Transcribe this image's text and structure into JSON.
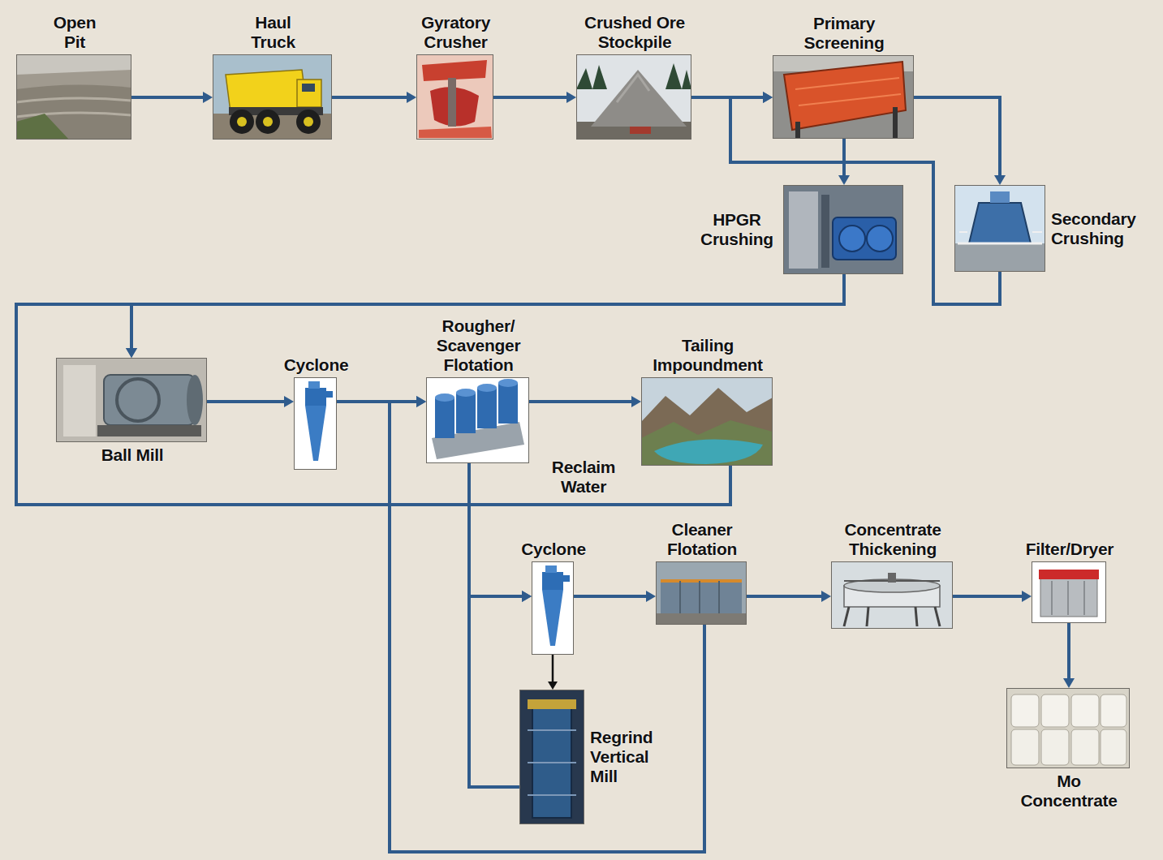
{
  "diagram": {
    "nodes": [
      {
        "text": [
          "Open Pit"
        ]
      },
      {
        "text": [
          "Haul Truck"
        ]
      },
      {
        "text": [
          "Gyratory Crusher"
        ]
      },
      {
        "text": [
          "Crushed Ore Stockpile"
        ]
      },
      {
        "text": [
          "Primary Screening"
        ]
      },
      {
        "text": [
          "HPGR Crushing"
        ]
      },
      {
        "text": [
          "Secondary Crushing"
        ]
      },
      {
        "text": [
          "Ball Mill"
        ]
      },
      {
        "text": [
          "Cyclone"
        ]
      },
      {
        "text": [
          "Rougher/ Scavenger Flotation"
        ]
      },
      {
        "text": [
          "Tailing Impoundment"
        ]
      },
      {
        "text": [
          "Cyclone"
        ]
      },
      {
        "text": [
          "Cleaner Flotation"
        ]
      },
      {
        "text": [
          "Concentrate Thickening"
        ]
      },
      {
        "text": [
          "Filter/Dryer"
        ]
      },
      {
        "text": [
          "Regrind Vertical Mill"
        ]
      },
      {
        "text": [
          "Mo Concentrate"
        ]
      }
    ],
    "edges": [
      {
        "from": 0,
        "to": 1,
        "arrow": "to"
      },
      {
        "from": 1,
        "to": 2,
        "arrow": "to"
      },
      {
        "from": 2,
        "to": 3,
        "arrow": "to"
      },
      {
        "from": 3,
        "to": 4,
        "arrow": "to"
      },
      {
        "from": 4,
        "to": 5,
        "arrow": "to"
      },
      {
        "from": 4,
        "to": 6,
        "arrow": "to"
      },
      {
        "from": 6,
        "to": 4,
        "arrow": "to"
      },
      {
        "from": 5,
        "to": 7,
        "arrow": "to"
      },
      {
        "from": 7,
        "to": 8,
        "arrow": "to"
      },
      {
        "from": 8,
        "to": 9,
        "arrow": "to"
      },
      {
        "from": 9,
        "to": 10,
        "arrow": "to"
      },
      {
        "from": 10,
        "to": 7,
        "label": "Reclaim Water",
        "arrow": "to"
      },
      {
        "from": 9,
        "to": 11,
        "arrow": "to"
      },
      {
        "from": 11,
        "to": 12,
        "arrow": "to"
      },
      {
        "from": 11,
        "to": 15,
        "arrow": "to"
      },
      {
        "from": 15,
        "to": 11,
        "arrow": "to"
      },
      {
        "from": 12,
        "to": 9,
        "arrow": "to"
      },
      {
        "from": 12,
        "to": 13,
        "arrow": "to"
      },
      {
        "from": 13,
        "to": 14,
        "arrow": "to"
      },
      {
        "from": 14,
        "to": 16,
        "arrow": "to"
      }
    ]
  }
}
